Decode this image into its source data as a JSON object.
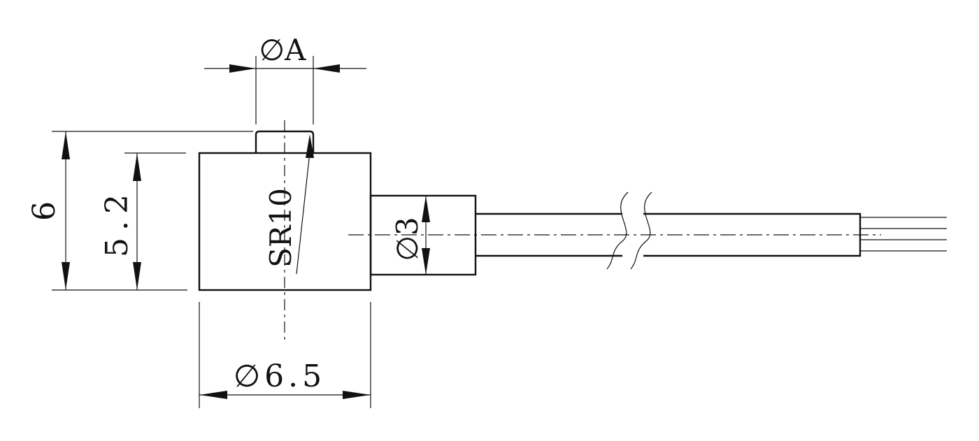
{
  "drawing": {
    "title": "",
    "dimensions": {
      "pin_diameter": "∅A",
      "total_height": "6",
      "body_height": "5.2",
      "body_diameter": "∅6.5",
      "sphere_radius": "SR10",
      "neck_diameter": "∅3"
    },
    "colors": {
      "line": "#111111",
      "background": "#ffffff"
    }
  }
}
